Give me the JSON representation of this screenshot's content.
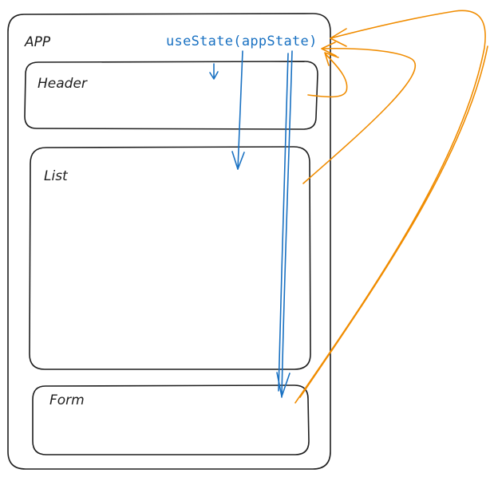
{
  "diagram": {
    "app_label": "APP",
    "hook_label": "useState(appState)",
    "components": {
      "header": "Header",
      "list": "List",
      "form": "Form"
    },
    "colors": {
      "outline": "#1e1e1e",
      "state_flow": "#1971c2",
      "update_flow": "#f08c00"
    }
  }
}
